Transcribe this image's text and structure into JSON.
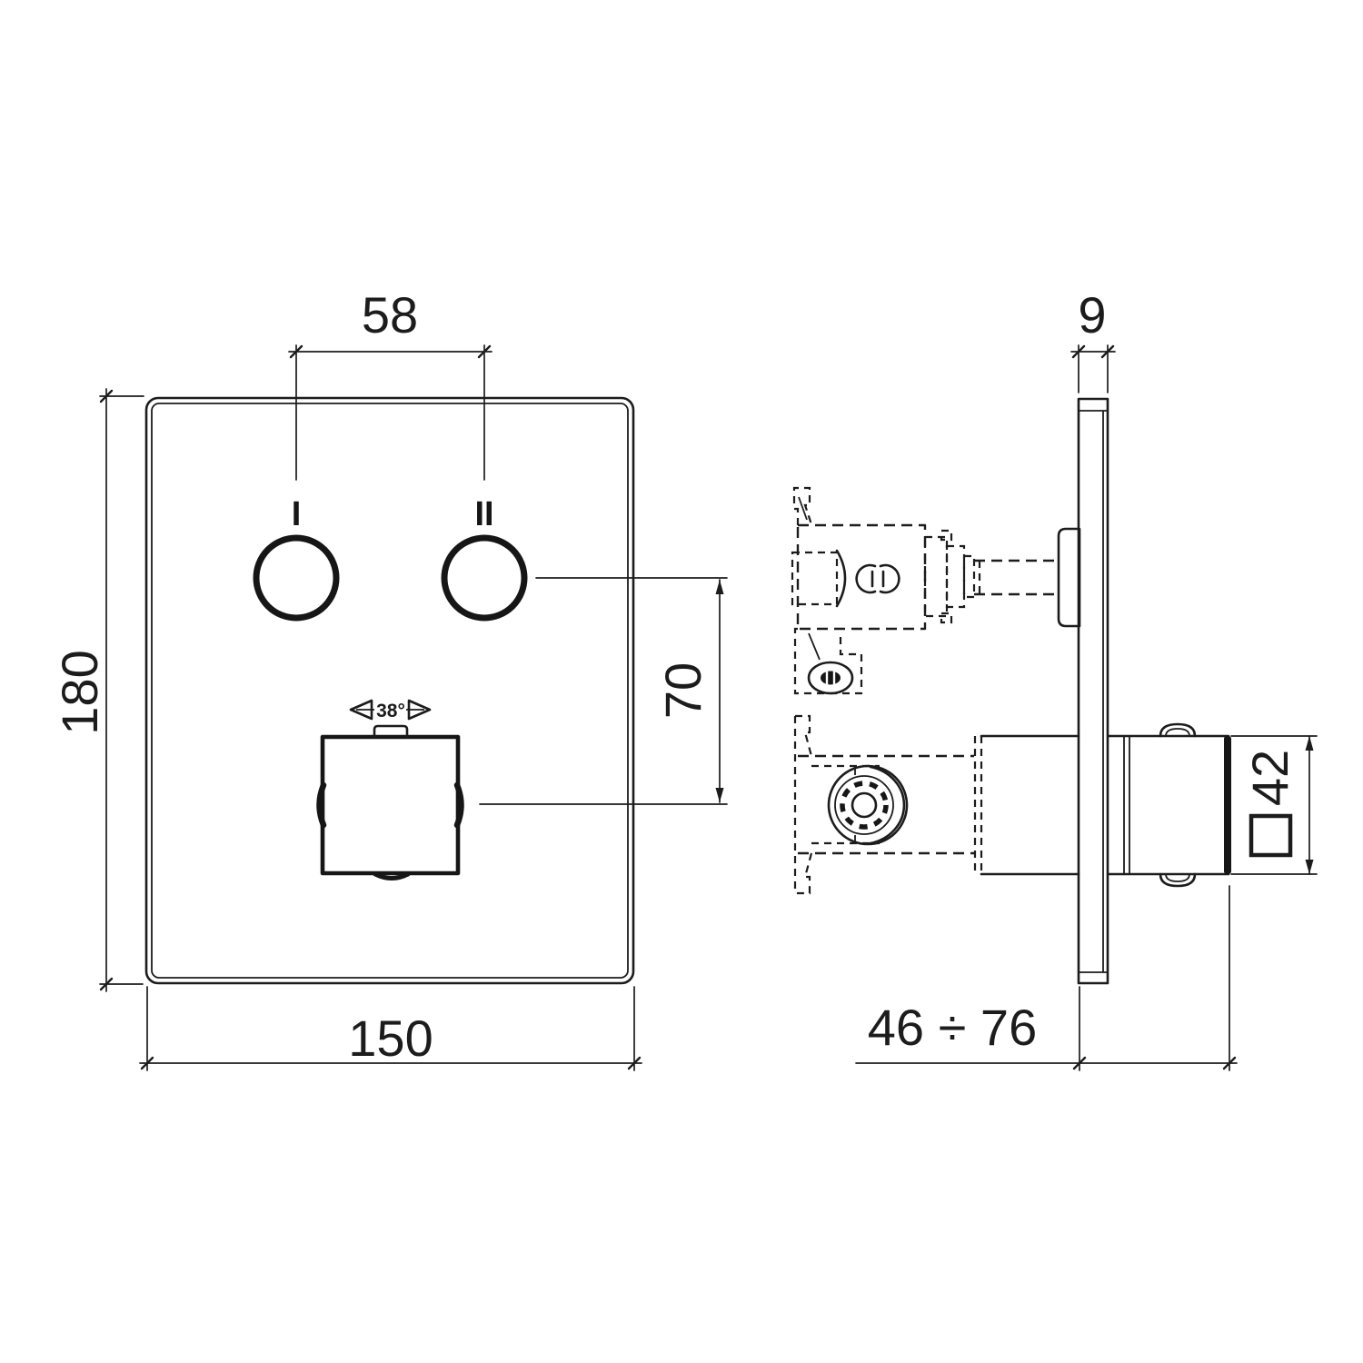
{
  "front_view": {
    "width_label": "150",
    "height_label": "180",
    "button_spacing_label": "58",
    "button_offset_label": "70",
    "button1_label": "I",
    "button2_label": "II",
    "temp_stop_label": "38°"
  },
  "side_view": {
    "plate_thickness_label": "9",
    "install_depth_label": "46 ÷ 76",
    "handle_size_label": "42",
    "handle_size_prefix": "□"
  },
  "colors": {
    "line": "#1c1c1c",
    "background": "#ffffff"
  }
}
